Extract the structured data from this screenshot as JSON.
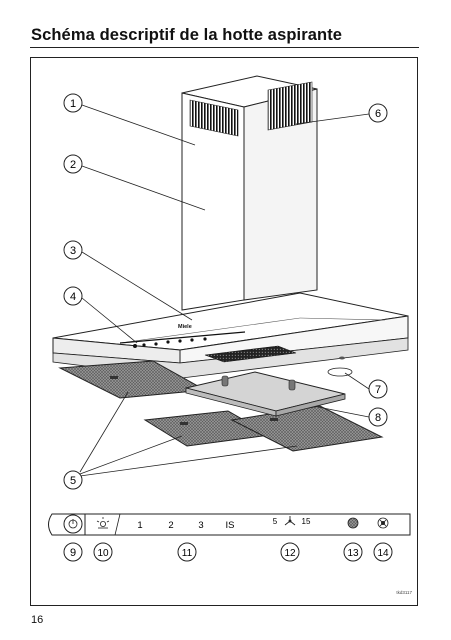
{
  "page": {
    "title": "Schéma descriptif de la hotte aspirante",
    "page_number": "16"
  },
  "figure": {
    "reference_code": "tkd3117",
    "brand_label": "Miele",
    "callouts": [
      "1",
      "2",
      "3",
      "4",
      "5",
      "6",
      "7",
      "8",
      "9",
      "10",
      "11",
      "12",
      "13",
      "14"
    ]
  },
  "control_panel": {
    "button_labels": [
      "1",
      "2",
      "3",
      "IS"
    ],
    "timer_labels": [
      "5",
      "15"
    ],
    "icons": [
      "power-icon",
      "light-icon",
      "fan-icon",
      "grease-filter-icon",
      "odour-filter-icon"
    ]
  }
}
